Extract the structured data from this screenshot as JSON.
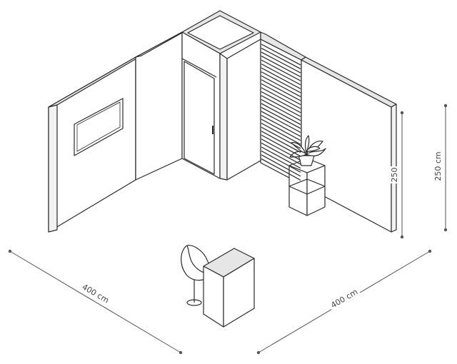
{
  "dimensions": {
    "left_width": "400 cm",
    "right_width": "400 cm",
    "wall_height": "250",
    "total_height": "250 cm"
  },
  "colors": {
    "line": "#2a2a2a",
    "wall_top": "#e6e6e6",
    "dimension": "#555555",
    "slat": "#333333"
  }
}
